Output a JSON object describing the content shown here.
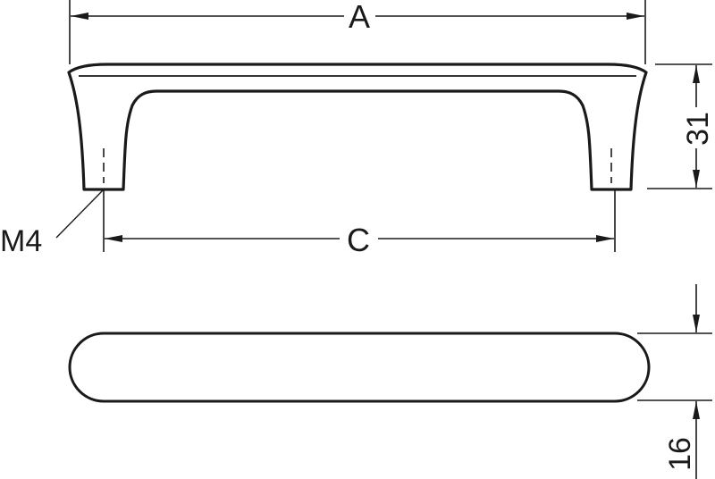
{
  "drawing": {
    "type": "technical dimension drawing",
    "subject": "cabinet pull handle",
    "views": [
      "front view",
      "top view"
    ],
    "line_color": "#1a1a1a",
    "background": "#ffffff"
  },
  "dimensions": {
    "overall_length": {
      "label": "A"
    },
    "hole_spacing": {
      "label": "C"
    },
    "height": {
      "label": "31"
    },
    "depth": {
      "label": "16"
    },
    "thread": {
      "label": "M4"
    }
  }
}
